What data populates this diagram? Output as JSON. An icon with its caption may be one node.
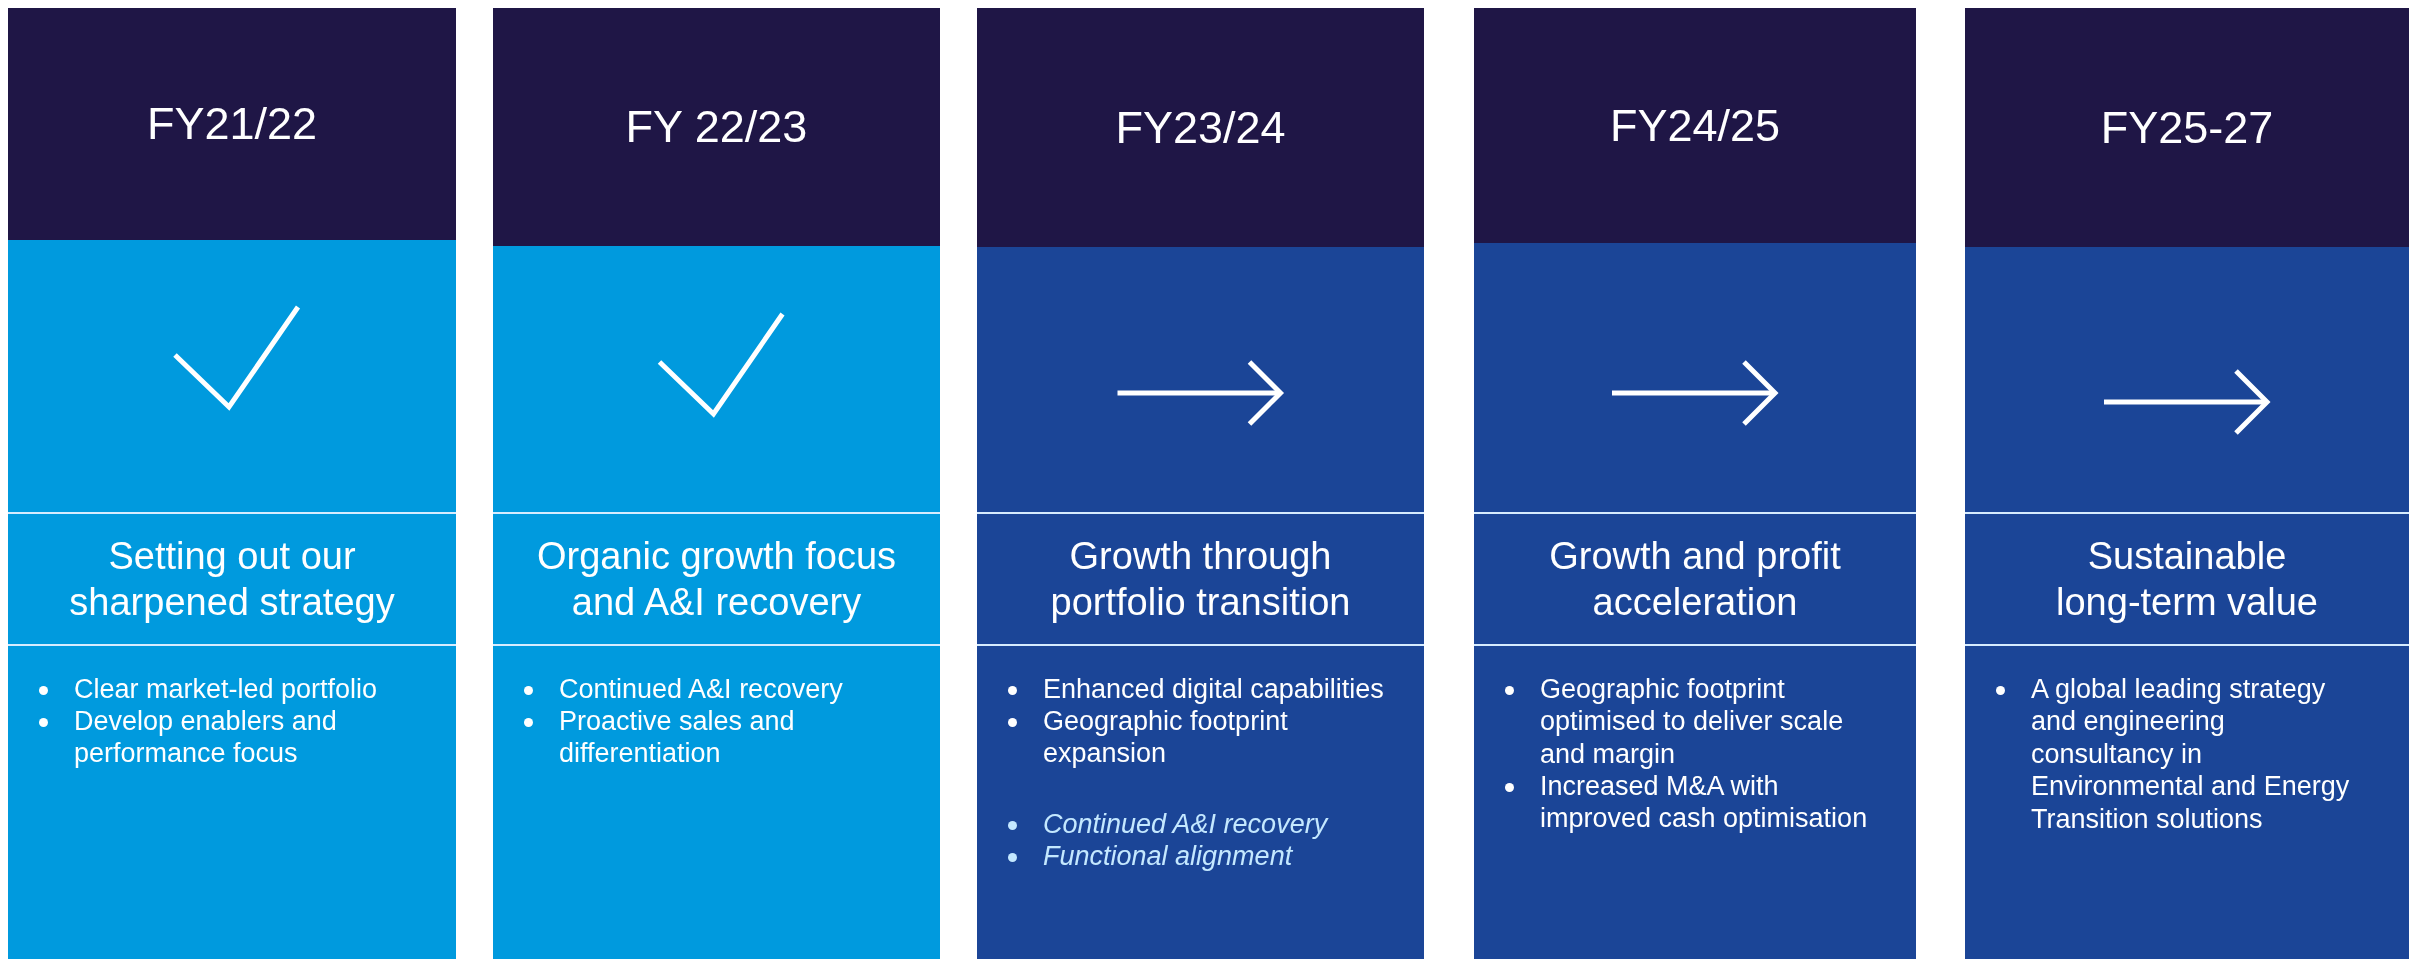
{
  "diagram": {
    "nodes": [
      {
        "text": [
          "FY21/22"
        ]
      },
      {
        "text": [
          "Setting out our sharpened strategy",
          "Clear market-led portfolio",
          "Develop enablers and performance focus"
        ]
      },
      {
        "text": [
          "FY 22/23"
        ]
      },
      {
        "text": [
          "Organic growth focus and A&I recovery",
          "Continued A&I recovery",
          "Proactive sales and differentiation"
        ]
      },
      {
        "text": [
          "FY23/24"
        ]
      },
      {
        "text": [
          "Growth through portfolio transition",
          "Enhanced digital capabilities",
          "Geographic footprint expansion",
          "*Continued A&I recovery*",
          "*Functional alignment*"
        ]
      },
      {
        "text": [
          "FY24/25"
        ]
      },
      {
        "text": [
          "Growth and profit acceleration",
          "Geographic footprint optimised to deliver scale and margin",
          "Increased M&A with improved cash optimisation"
        ]
      },
      {
        "text": [
          "FY25-27"
        ]
      },
      {
        "text": [
          "Sustainable long-term value",
          "A global leading strategy and engineering consultancy in Environmental and Energy Transition solutions"
        ]
      }
    ]
  }
}
